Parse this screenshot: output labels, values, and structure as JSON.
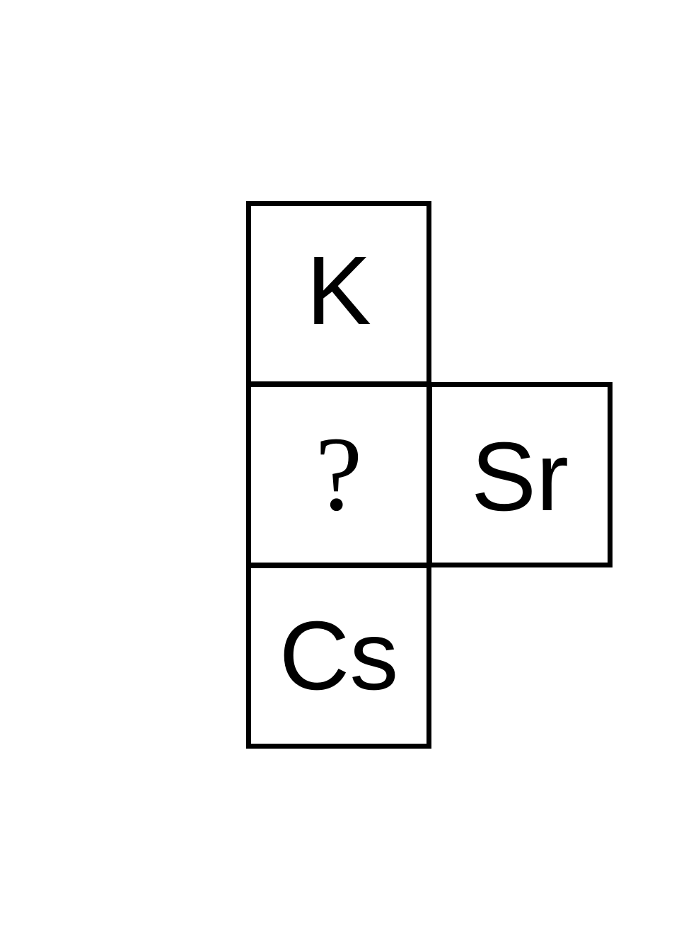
{
  "grid": {
    "top": {
      "symbol": "K"
    },
    "middle": {
      "symbol": "?"
    },
    "right": {
      "symbol": "Sr"
    },
    "bottom": {
      "symbol": "Cs"
    }
  },
  "colors": {
    "border": "#000000",
    "text": "#000000",
    "background": "#ffffff"
  }
}
